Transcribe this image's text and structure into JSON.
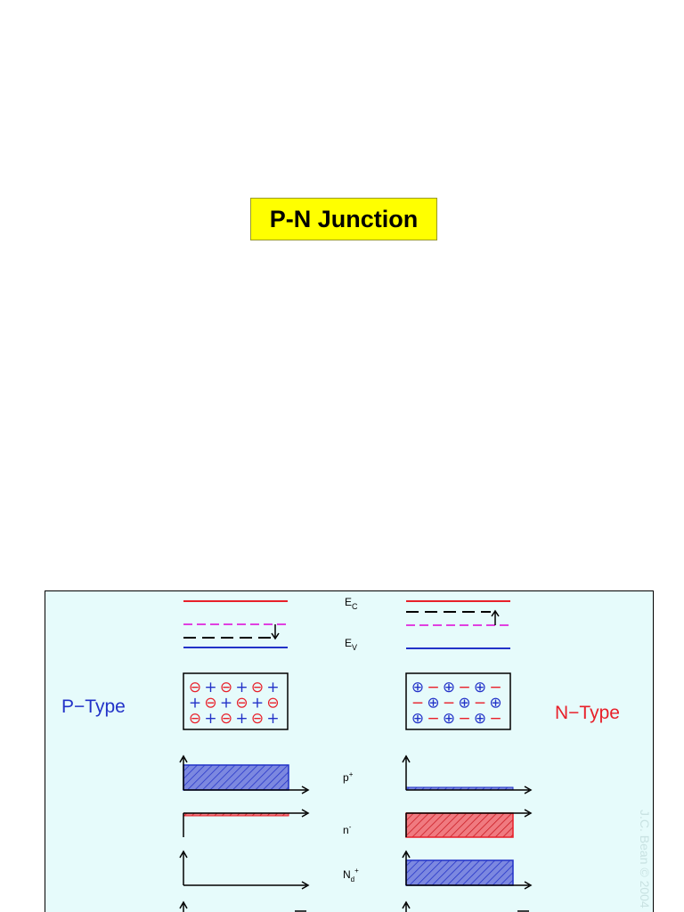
{
  "page": {
    "title": "P-N Junction"
  },
  "diagram": {
    "left_label": "P−Type",
    "right_label": "N−Type",
    "band_labels": {
      "conduction_main": "E",
      "conduction_sub": "C",
      "valence_main": "E",
      "valence_sub": "V"
    },
    "plot_labels": {
      "p_main": "p",
      "p_sup": "+",
      "n_main": "n",
      "n_sup": "-",
      "nd_main": "N",
      "nd_sub": "d",
      "nd_sup": "+"
    },
    "p_lattice_rows": [
      [
        "⊖",
        "+",
        "⊖",
        "+",
        "⊖",
        "+"
      ],
      [
        "+",
        "⊖",
        "+",
        "⊖",
        "+",
        "⊖"
      ],
      [
        "⊖",
        "+",
        "⊖",
        "+",
        "⊖",
        "+"
      ]
    ],
    "n_lattice_rows": [
      [
        "⊕",
        "−",
        "⊕",
        "−",
        "⊕",
        "−"
      ],
      [
        "−",
        "⊕",
        "−",
        "⊕",
        "−",
        "⊕"
      ],
      [
        "⊕",
        "−",
        "⊕",
        "−",
        "⊕",
        "−"
      ]
    ],
    "watermark": "J.C. Bean © 2004",
    "colors": {
      "red": "#e8202a",
      "blue": "#2232c8",
      "magenta": "#e040e0",
      "panel_bg": "#e6fbfb",
      "title_bg": "#ffff00"
    }
  }
}
